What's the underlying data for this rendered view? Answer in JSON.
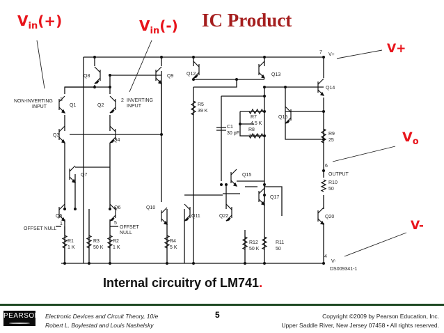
{
  "slide": {
    "title": "IC Product",
    "caption": "Internal circuitry of LM741",
    "caption_period": ".",
    "annotations": {
      "vin_plus": {
        "main": "V",
        "sub": "in",
        "suffix": "(+)"
      },
      "vin_minus": {
        "main": "V",
        "sub": "in",
        "suffix": "(-)"
      },
      "v_plus": "V+",
      "v_out": {
        "main": "V",
        "sub": "o"
      },
      "v_minus": "V-"
    },
    "accent_color": "#e8141b",
    "title_color": "#a51e1e"
  },
  "schematic": {
    "transistors": [
      "Q1",
      "Q2",
      "Q3",
      "Q4",
      "Q5",
      "Q6",
      "Q7",
      "Q8",
      "Q9",
      "Q10",
      "Q11",
      "Q12",
      "Q13",
      "Q14",
      "Q15",
      "Q15",
      "Q17",
      "Q20",
      "Q22"
    ],
    "resistors": [
      {
        "name": "R1",
        "value": "1 K"
      },
      {
        "name": "R2",
        "value": "1 K"
      },
      {
        "name": "R3",
        "value": "50 K"
      },
      {
        "name": "R4",
        "value": "5 K"
      },
      {
        "name": "R5",
        "value": "39 K"
      },
      {
        "name": "R7",
        "value": "4.5 K"
      },
      {
        "name": "R8",
        "value": "7.5 K"
      },
      {
        "name": "R9",
        "value": "25"
      },
      {
        "name": "R10",
        "value": "50"
      },
      {
        "name": "R11",
        "value": "50"
      },
      {
        "name": "R12",
        "value": "50 K"
      }
    ],
    "capacitor": {
      "name": "C1",
      "value": "30 pF"
    },
    "pins": {
      "non_inverting": {
        "num": "3",
        "label1": "NON-INVERTING",
        "label2": "INPUT"
      },
      "inverting": {
        "num": "2",
        "label1": "INVERTING",
        "label2": "INPUT"
      },
      "offset_null_left": {
        "num": "1",
        "label": "OFFSET NULL"
      },
      "offset_null_right": {
        "num": "5",
        "label1": "OFFSET",
        "label2": "NULL"
      },
      "vplus": {
        "num": "7",
        "label": "V+"
      },
      "output": {
        "num": "6",
        "label": "OUTPUT"
      },
      "vminus": {
        "num": "4",
        "label": "V-"
      }
    },
    "figure_id": "DS009341-1"
  },
  "footer": {
    "logo": "PEARSON",
    "book_title": "Electronic Devices and Circuit Theory, 10/e",
    "authors": "Robert L. Boylestad and Louis Nashelsky",
    "page_number": "5",
    "copyright": "Copyright ©2009 by Pearson Education, Inc.",
    "address": "Upper Saddle River, New Jersey 07458 • All rights reserved."
  }
}
